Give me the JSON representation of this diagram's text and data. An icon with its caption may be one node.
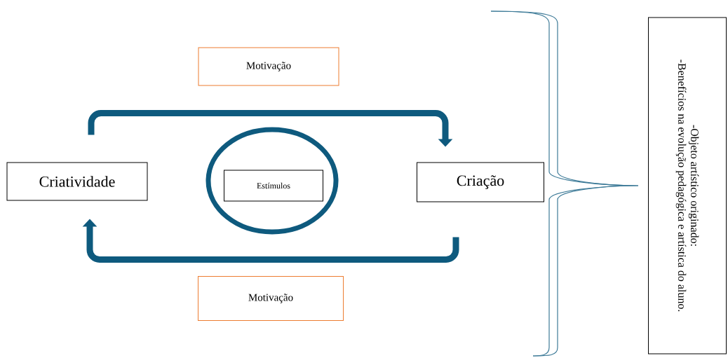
{
  "diagram": {
    "nodes": [
      {
        "text": [
          "Motivação"
        ]
      },
      {
        "text": [
          "Criatividade"
        ]
      },
      {
        "text": [],
        "shape": "circle"
      },
      {
        "text": [
          "Estímulos"
        ],
        "in": 2
      },
      {
        "text": [
          "Criação"
        ]
      },
      {
        "text": [
          "Motivação"
        ]
      },
      {
        "text": [
          "-Objeto artístico originado:",
          "-Benefícios na evolução pedagógica e artística do aluno."
        ]
      }
    ],
    "edges": [
      {
        "from": 1,
        "to": 4,
        "arrow": "to"
      },
      {
        "from": 4,
        "to": 1,
        "arrow": "to"
      }
    ]
  }
}
